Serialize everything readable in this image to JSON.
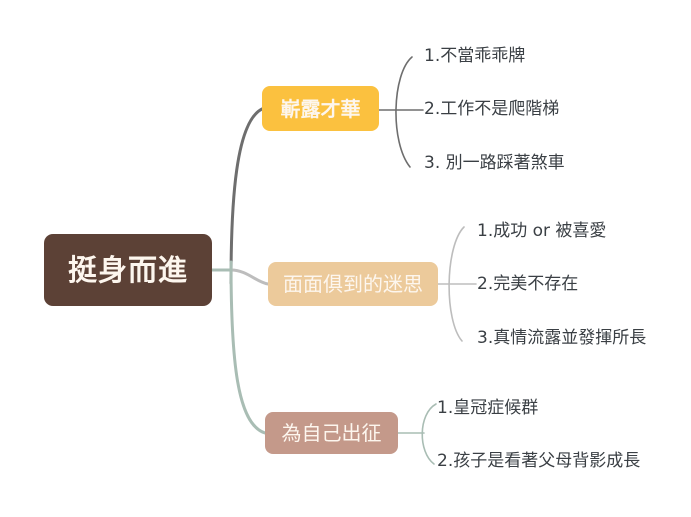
{
  "diagram": {
    "type": "mind-map",
    "title": "挺身而進",
    "background": "#ffffff",
    "root": {
      "label": "挺身而進",
      "color": "#5c4136",
      "text_color": "#fdf6ee"
    },
    "branches": [
      {
        "label": "嶄露才華",
        "color": "#fbc13f",
        "text_color": "#ffffff",
        "connector_color": "#6e6e6e",
        "leaves": [
          "1.不當乖乖牌",
          "2.工作不是爬階梯",
          "3. 別一路踩著煞車"
        ]
      },
      {
        "label": "面面俱到的迷思",
        "color": "#ecca9b",
        "text_color": "#fdf6ee",
        "connector_color": "#bdbdbd",
        "leaves": [
          "1.成功 or 被喜愛",
          "2.完美不存在",
          "3.真情流露並發揮所長"
        ]
      },
      {
        "label": "為自己出征",
        "color": "#c4998a",
        "text_color": "#fdf6ee",
        "connector_color": "#a9bdb4",
        "leaves": [
          "1.皇冠症候群",
          "2.孩子是看著父母背影成長"
        ]
      }
    ]
  }
}
